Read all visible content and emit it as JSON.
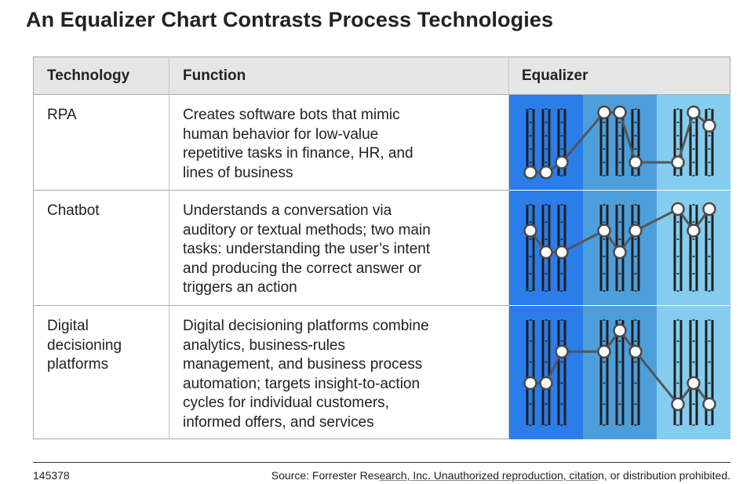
{
  "title": "An Equalizer Chart Contrasts Process Technologies",
  "headers": {
    "technology": "Technology",
    "function": "Function",
    "equalizer": "Equalizer"
  },
  "rows": [
    {
      "technology": [
        "RPA"
      ],
      "function": [
        "Creates software bots that mimic",
        "human behavior for low-value",
        "repetitive tasks in finance, HR, and",
        "lines of business"
      ],
      "levels": [
        0.05,
        0.05,
        0.2,
        0.95,
        0.95,
        0.2,
        0.2,
        0.95,
        0.75
      ]
    },
    {
      "technology": [
        "Chatbot"
      ],
      "function": [
        "Understands a conversation via",
        "auditory or textual methods; two main",
        "tasks: understanding the user’s intent",
        "and producing the correct answer or",
        "triggers an action"
      ],
      "levels": [
        0.7,
        0.45,
        0.45,
        0.7,
        0.45,
        0.7,
        0.95,
        0.7,
        0.95
      ]
    },
    {
      "technology": [
        "Digital",
        "decisioning",
        "platforms"
      ],
      "function": [
        "Digital decisioning platforms combine",
        "analytics, business-rules",
        "management, and business process",
        "automation; targets insight-to-action",
        "cycles for individual customers,",
        "informed offers, and services"
      ],
      "levels": [
        0.4,
        0.4,
        0.7,
        0.7,
        0.9,
        0.7,
        0.2,
        0.4,
        0.2
      ]
    }
  ],
  "colors": {
    "band1": "#2b7de9",
    "band2": "#4d9fdc",
    "band3": "#84cdee",
    "header_bg": "#e6e6e6"
  },
  "footer": {
    "id": "145378",
    "source_plain": "Source: Forrester Res",
    "source_ul1": "earch, Inc. Unauthorized reproduction, citatio",
    "source_tail": "n, or distribution prohibited."
  }
}
